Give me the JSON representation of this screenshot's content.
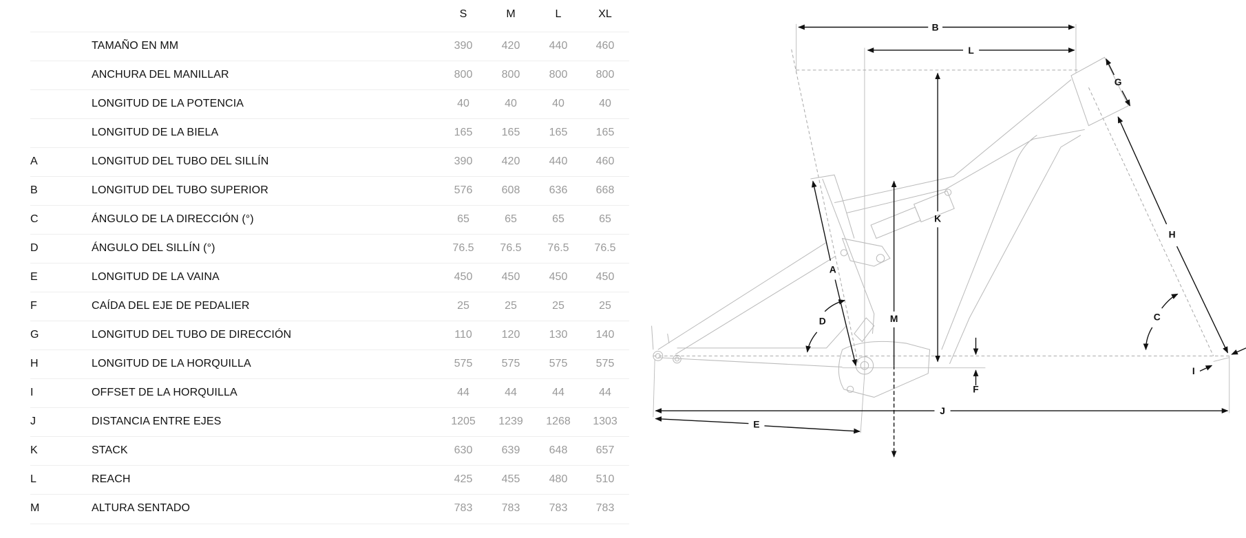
{
  "table": {
    "sizes": [
      "S",
      "M",
      "L",
      "XL"
    ],
    "rows": [
      {
        "letter": "",
        "label": "TAMAÑO EN MM",
        "values": [
          "390",
          "420",
          "440",
          "460"
        ]
      },
      {
        "letter": "",
        "label": "ANCHURA DEL MANILLAR",
        "values": [
          "800",
          "800",
          "800",
          "800"
        ]
      },
      {
        "letter": "",
        "label": "LONGITUD DE LA POTENCIA",
        "values": [
          "40",
          "40",
          "40",
          "40"
        ]
      },
      {
        "letter": "",
        "label": "LONGITUD DE LA BIELA",
        "values": [
          "165",
          "165",
          "165",
          "165"
        ]
      },
      {
        "letter": "A",
        "label": "LONGITUD DEL TUBO DEL SILLÍN",
        "values": [
          "390",
          "420",
          "440",
          "460"
        ]
      },
      {
        "letter": "B",
        "label": "LONGITUD DEL TUBO SUPERIOR",
        "values": [
          "576",
          "608",
          "636",
          "668"
        ]
      },
      {
        "letter": "C",
        "label": "ÁNGULO DE LA DIRECCIÓN (°)",
        "values": [
          "65",
          "65",
          "65",
          "65"
        ]
      },
      {
        "letter": "D",
        "label": "ÁNGULO DEL SILLÍN (°)",
        "values": [
          "76.5",
          "76.5",
          "76.5",
          "76.5"
        ]
      },
      {
        "letter": "E",
        "label": "LONGITUD DE LA VAINA",
        "values": [
          "450",
          "450",
          "450",
          "450"
        ]
      },
      {
        "letter": "F",
        "label": "CAÍDA DEL EJE DE PEDALIER",
        "values": [
          "25",
          "25",
          "25",
          "25"
        ]
      },
      {
        "letter": "G",
        "label": "LONGITUD DEL TUBO DE DIRECCIÓN",
        "values": [
          "110",
          "120",
          "130",
          "140"
        ]
      },
      {
        "letter": "H",
        "label": "LONGITUD DE LA HORQUILLA",
        "values": [
          "575",
          "575",
          "575",
          "575"
        ]
      },
      {
        "letter": "I",
        "label": "OFFSET DE LA HORQUILLA",
        "values": [
          "44",
          "44",
          "44",
          "44"
        ]
      },
      {
        "letter": "J",
        "label": "DISTANCIA ENTRE EJES",
        "values": [
          "1205",
          "1239",
          "1268",
          "1303"
        ]
      },
      {
        "letter": "K",
        "label": "STACK",
        "values": [
          "630",
          "639",
          "648",
          "657"
        ]
      },
      {
        "letter": "L",
        "label": "REACH",
        "values": [
          "425",
          "455",
          "480",
          "510"
        ]
      },
      {
        "letter": "M",
        "label": "ALTURA SENTADO",
        "values": [
          "783",
          "783",
          "783",
          "783"
        ]
      }
    ]
  },
  "diagram": {
    "labels": {
      "A": "A",
      "B": "B",
      "C": "C",
      "D": "D",
      "E": "E",
      "F": "F",
      "G": "G",
      "H": "H",
      "I": "I",
      "J": "J",
      "K": "K",
      "L": "L",
      "M": "M"
    }
  }
}
